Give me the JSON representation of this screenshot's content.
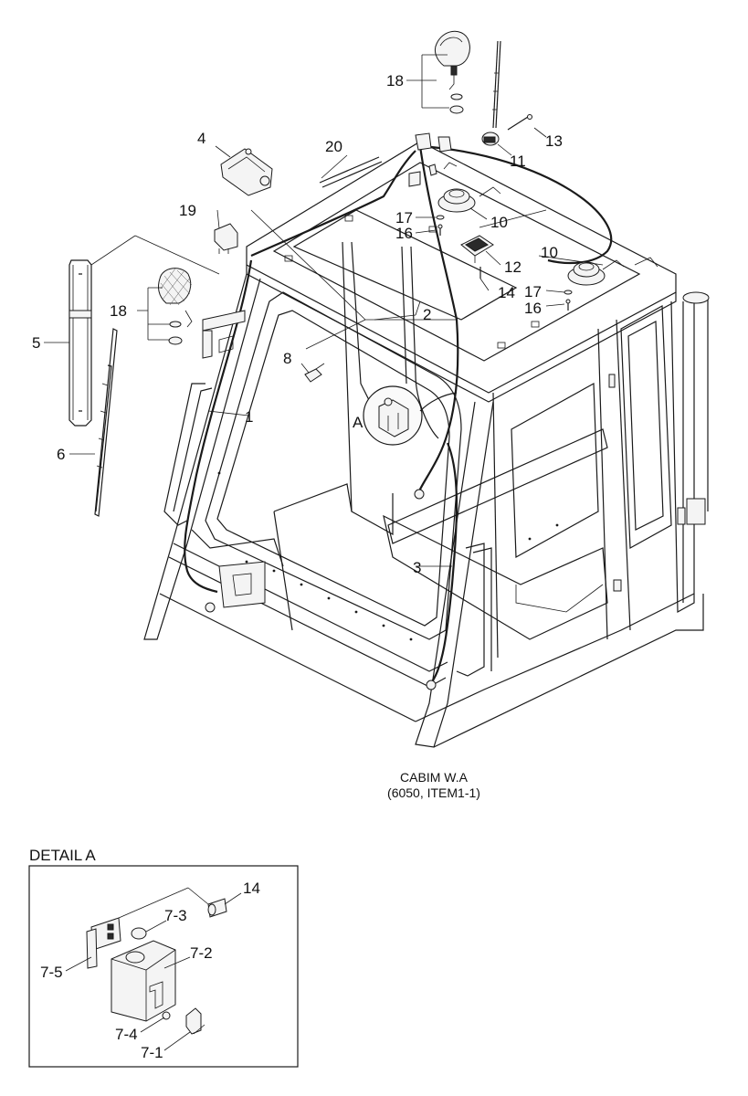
{
  "labels": {
    "p1": "1",
    "p2": "2",
    "p3": "3",
    "p4": "4",
    "p5": "5",
    "p6": "6",
    "p8": "8",
    "p10a": "10",
    "p10b": "10",
    "p11": "11",
    "p12": "12",
    "p13": "13",
    "p14a": "14",
    "p14b": "14",
    "p16a": "16",
    "p16b": "16",
    "p17a": "17",
    "p17b": "17",
    "p18a": "18",
    "p18b": "18",
    "p19": "19",
    "p20": "20",
    "d71": "7-1",
    "d72": "7-2",
    "d73": "7-3",
    "d74": "7-4",
    "d75": "7-5",
    "detailRef": "A"
  },
  "caption": {
    "line1": "CABIM W.A",
    "line2": "(6050, ITEM1-1)"
  },
  "detail": {
    "title": "DETAIL A"
  }
}
